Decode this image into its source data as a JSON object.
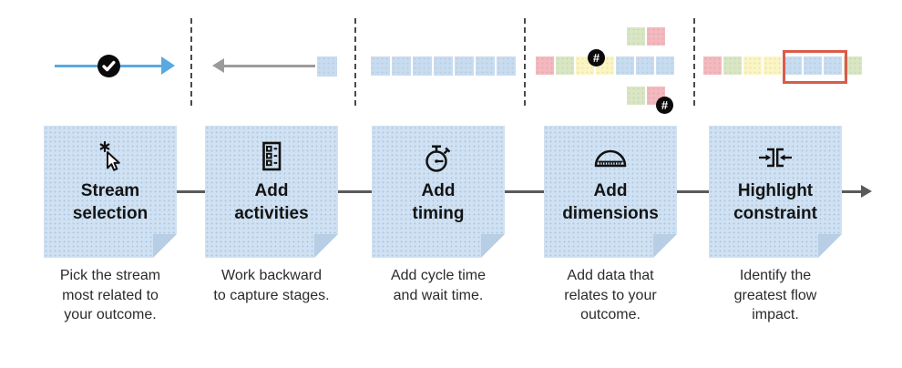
{
  "colors": {
    "blue": "#c8dcf0",
    "red": "#f3b9be",
    "green": "#d9e6c3",
    "yellow": "#fbf5c3",
    "note": "#cfe1f2",
    "note_fold": "#b7cee4",
    "arrow_blue": "#58a9e0",
    "arrow_gray": "#9b9b9b",
    "highlight": "#d95b4a",
    "line": "#5a5a5a",
    "ink": "#111111",
    "text": "#2b2b2b"
  },
  "top_illustrations": {
    "activities": {
      "squares": [
        "blue"
      ]
    },
    "timing": {
      "squares": [
        "blue",
        "blue",
        "blue",
        "blue",
        "blue",
        "blue",
        "blue"
      ]
    },
    "dimensions": {
      "mid_squares": [
        "red",
        "green",
        "yellow",
        "yellow",
        "blue",
        "blue",
        "blue"
      ],
      "top_squares": [
        "green",
        "red"
      ],
      "bottom_squares": [
        "green",
        "red"
      ],
      "badge": "#"
    },
    "constraint": {
      "squares": [
        "red",
        "green",
        "yellow",
        "yellow",
        "blue",
        "blue",
        "blue",
        "green"
      ]
    }
  },
  "steps": [
    {
      "title": "Stream\nselection",
      "caption": "Pick the stream\nmost related to\nyour outcome."
    },
    {
      "title": "Add\nactivities",
      "caption": "Work backward\nto capture stages."
    },
    {
      "title": "Add\ntiming",
      "caption": "Add cycle time\nand wait time."
    },
    {
      "title": "Add\ndimensions",
      "caption": "Add data that\nrelates to your\noutcome."
    },
    {
      "title": "Highlight\nconstraint",
      "caption": "Identify the\ngreatest flow\nimpact."
    }
  ]
}
